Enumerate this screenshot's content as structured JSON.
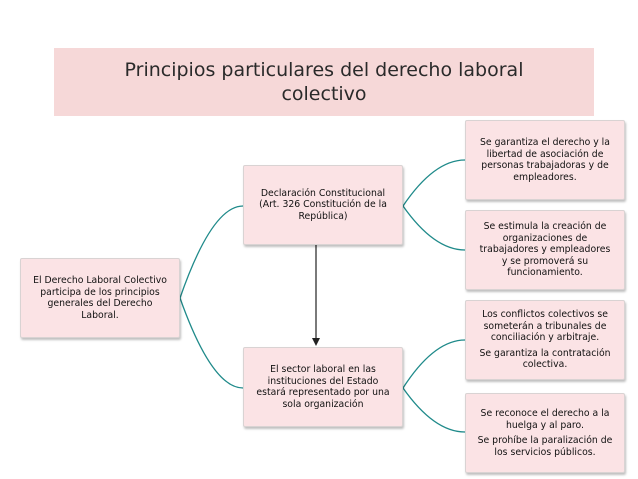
{
  "title": {
    "line1": "Principios particulares del derecho laboral",
    "line2": "colectivo"
  },
  "nodes": {
    "root": {
      "lines": [
        "El Derecho Laboral Colectivo",
        "participa de los  principios",
        "generales del Derecho",
        "Laboral."
      ]
    },
    "declaracion": {
      "lines": [
        "Declaración Constitucional",
        "(Art. 326 Constitución de la",
        "República)"
      ]
    },
    "sector": {
      "lines": [
        "El sector laboral en las",
        "instituciones del  Estado",
        "estará representado por una",
        "sola organización"
      ]
    },
    "garantiza": {
      "lines": [
        "Se garantiza el derecho y la",
        "libertad de asociación de",
        "personas trabajadoras y de",
        "empleadores."
      ]
    },
    "estimula": {
      "lines": [
        "Se estimula la creación de",
        "organizaciones de",
        "trabajadores y empleadores",
        "y se promoverá su",
        "funcionamiento."
      ]
    },
    "conflictos": {
      "lines": [
        "Los conflictos colectivos se",
        "someterán a tribunales de",
        "conciliación y arbitraje."
      ],
      "lines2": [
        "Se garantiza la contratación",
        "colectiva."
      ]
    },
    "huelga": {
      "lines": [
        "Se reconoce el derecho a la",
        "huelga y al paro."
      ],
      "lines2": [
        "Se prohíbe la paralización de",
        "los servicios públicos."
      ]
    }
  },
  "colors": {
    "title_bg": "#f6d8d8",
    "node_bg": "#fbe3e5",
    "connector": "#1f8a8a",
    "arrow": "#222222"
  }
}
